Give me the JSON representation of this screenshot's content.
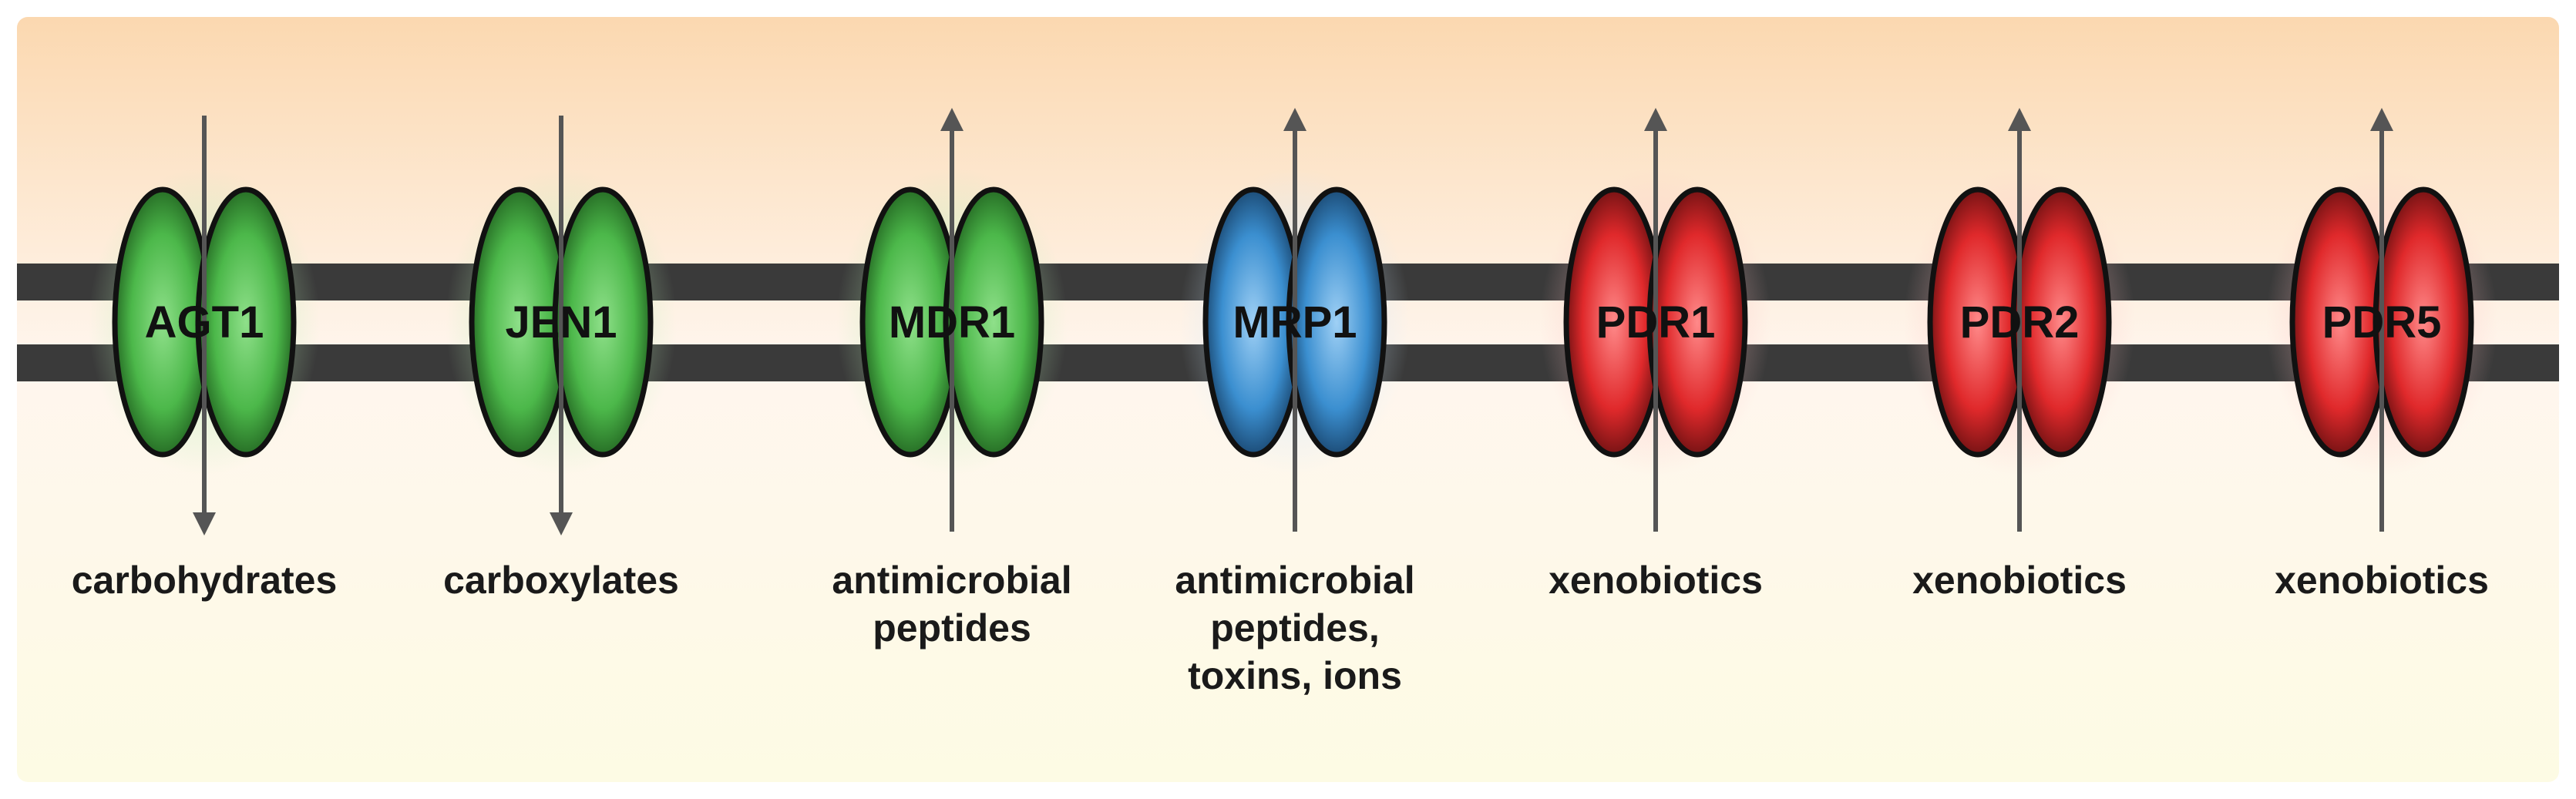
{
  "transporters": [
    {
      "name": "AGT1",
      "color": "green",
      "direction": "down",
      "substrate_lines": [
        "carbohydrates"
      ]
    },
    {
      "name": "JEN1",
      "color": "green",
      "direction": "down",
      "substrate_lines": [
        "carboxylates"
      ]
    },
    {
      "name": "MDR1",
      "color": "green",
      "direction": "up",
      "substrate_lines": [
        "antimicrobial",
        "peptides"
      ]
    },
    {
      "name": "MRP1",
      "color": "blue",
      "direction": "up",
      "substrate_lines": [
        "antimicrobial",
        "peptides,",
        "toxins, ions"
      ]
    },
    {
      "name": "PDR1",
      "color": "red",
      "direction": "up",
      "substrate_lines": [
        "xenobiotics"
      ]
    },
    {
      "name": "PDR2",
      "color": "red",
      "direction": "up",
      "substrate_lines": [
        "xenobiotics"
      ]
    },
    {
      "name": "PDR5",
      "color": "red",
      "direction": "up",
      "substrate_lines": [
        "xenobiotics"
      ]
    }
  ],
  "palette": {
    "green": {
      "core": "#8fe08a",
      "mid": "#4cb84a",
      "edge": "#1d5a1c",
      "glow": "#bff0b8"
    },
    "blue": {
      "core": "#9fd0f5",
      "mid": "#3b8fd0",
      "edge": "#143a5f",
      "glow": "#cfe8fb"
    },
    "red": {
      "core": "#ff8a8a",
      "mid": "#e0292b",
      "edge": "#5a0d0e",
      "glow": "#ffc2c2"
    },
    "membrane": "#3a3a3a",
    "arrow": "#555555",
    "background_top": "#fbd8b0",
    "background_bottom": "#fdfbe4"
  }
}
